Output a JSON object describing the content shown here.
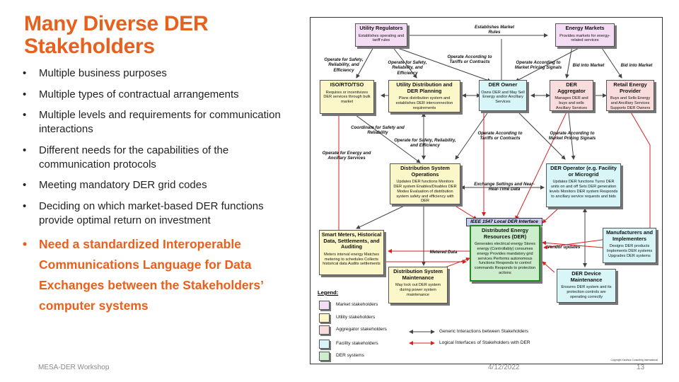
{
  "slide": {
    "title": "Many Diverse DER Stakeholders",
    "bullets": [
      "Multiple business purposes",
      "Multiple types of contractual arrangements",
      "Multiple levels and requirements for communication interactions",
      "Different needs for the capabilities of the communication protocols",
      "Meeting mandatory DER grid codes",
      "Deciding on which market-based DER functions provide optimal return on investment"
    ],
    "highlight": "Need a standardized Interoperable Communications Language for Data Exchanges between the Stakeholders’ computer systems",
    "footer_left": "MESA-DER Workshop",
    "footer_date": "4/12/2022",
    "footer_page": "13",
    "accent_color": "#e8601c"
  },
  "diagram": {
    "boxes": {
      "utility_regulators": {
        "title": "Utility Regulators",
        "desc": "Establishes operating and tariff rules"
      },
      "energy_markets": {
        "title": "Energy Markets",
        "desc": "Provides markets for energy-related services"
      },
      "iso_rto_tso": {
        "title": "ISO/RTO/TSO",
        "desc": "Requires or incentivizes DER services through bulk market"
      },
      "utility_dist_planning": {
        "title": "Utility Distribution and DER Planning",
        "desc": "Plans distribution system and establishes DER interconnection requirements"
      },
      "der_owner": {
        "title": "DER Owner",
        "desc": "Owns DER and May Sell Energy and/or Ancillary Services"
      },
      "der_aggregator": {
        "title": "DER Aggregator",
        "desc": "Manages DER and buys and sells Ancillary Services"
      },
      "retail_energy_provider": {
        "title": "Retail Energy Provider",
        "desc": "Buys and Sells Energy and Ancillary Services Supports DER Owners"
      },
      "dist_system_ops": {
        "title": "Distribution System Operations",
        "desc": "Updates DER functions Monitors DER system Enables/Disables DER Modes Evaluation of distribution system safety and efficiency with DER"
      },
      "der_operator": {
        "title": "DER Operator (e.g. Facility or Microgrid",
        "desc": "Updates DER functions Turns DER units on and off Sets DER generation levels Monitors DER system Responds to ancillary service requests and bids"
      },
      "smart_meters": {
        "title": "Smart Meters, Historical Data, Settlements, and Auditing",
        "desc": "Meters interval energy Matches metering to schedules Collects historical data Audits settlements"
      },
      "der_systems": {
        "title": "Distributed Energy Resources (DER)",
        "desc": "Generates electrical energy Stores energy (Controllably) consumes energy Provides mandatory grid services Performs autonomous functions Responds to control commands Responds to protection actions"
      },
      "manufacturers": {
        "title": "Manufacturers and Implementers",
        "desc": "Designs DER products Implements DER systems Upgrades DER systems"
      },
      "dist_maintenance": {
        "title": "Distribution System Maintenance",
        "desc": "May lock out DER system during power system maintenance"
      },
      "der_device_maintenance": {
        "title": "DER Device Maintenance",
        "desc": "Ensures DER system and its protection controls are operating correctly"
      }
    },
    "ieee_label": "IEEE 1547 Local DER Interface",
    "labels": {
      "establishes_rules": "Establishes Market Rules",
      "op_safety_1": "Operate for Safety, Reliability, and Efficiency",
      "op_safety_2": "Operate for Safety, Reliability, and Efficiency",
      "op_tariffs_1": "Operate According to Tariffs or Contracts",
      "op_pricing_1": "Operate According to Market Pricing Signals",
      "bid_market_1": "Bid into Market",
      "bid_market_2": "Bid into Market",
      "coordinate": "Coordinate for Safety and Reliability",
      "op_safety_3": "Operate for Safety, Reliability, and Efficiency",
      "op_tariffs_2": "Operate According to Tariffs or Contracts",
      "op_pricing_2": "Operate According to Market Pricing Signals",
      "op_energy": "Operate for Energy and Ancillary Services",
      "exchange": "Exchange Settings and Near-Real-Time Data",
      "metered": "Metered Data",
      "vendor": "Vendor updates"
    },
    "legend": {
      "title": "Legend:",
      "market": "Market stakeholders",
      "utility": "Utility stakeholders",
      "aggregator": "Aggregator stakeholders",
      "facility": "Facility stakeholders",
      "der": "DER systems",
      "generic": "Generic Interactions between Stakeholders",
      "logical": "Logical Interfaces of Stakeholders with DER"
    },
    "copyright": "Copyright Xanthus Consulting International",
    "colors": {
      "market": "#f3dcf4",
      "utility": "#fbf7c8",
      "aggregator": "#f9dcdc",
      "facility": "#d8f6f8",
      "der": "#cdeecd",
      "logical_line": "#d62020",
      "generic_line": "#444444"
    }
  }
}
